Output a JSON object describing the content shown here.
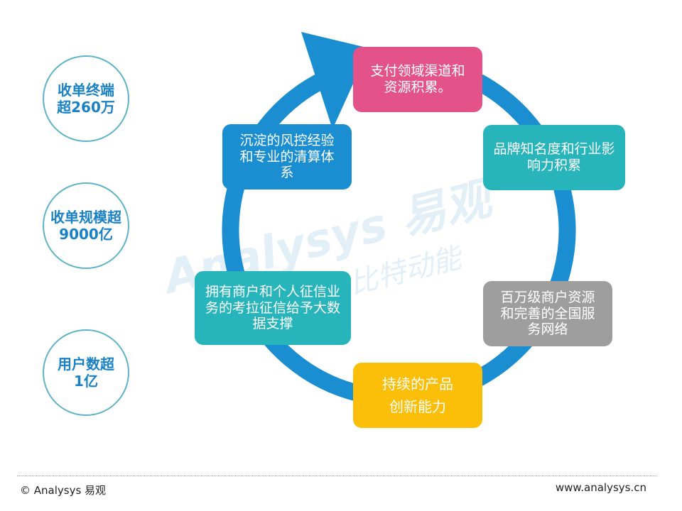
{
  "stats": [
    {
      "text": "收单终端\n超260万"
    },
    {
      "text": "收单规模超\n9000亿"
    },
    {
      "text": "用户数超\n1亿"
    }
  ],
  "cycle": {
    "ring_color": "#1a8ed1",
    "nodes": {
      "pay": "支付领域渠道和\n资源积累。",
      "brand": "品牌知名度和行业影\n响力积累",
      "merchant": "百万级商户资源\n和完善的全国服\n务网络",
      "product": "持续的产品\n创新能力",
      "credit": "拥有商户和个人征信业\n务的考拉征信给予大数\n据支撑",
      "risk": "沉淀的风控经验\n和专业的清算体\n系"
    }
  },
  "watermark": {
    "main": "Analysys 易观",
    "sub": "数字化的比特动能"
  },
  "footer": {
    "copyright": "© Analysys  易观",
    "website": "www.analysys.cn"
  }
}
